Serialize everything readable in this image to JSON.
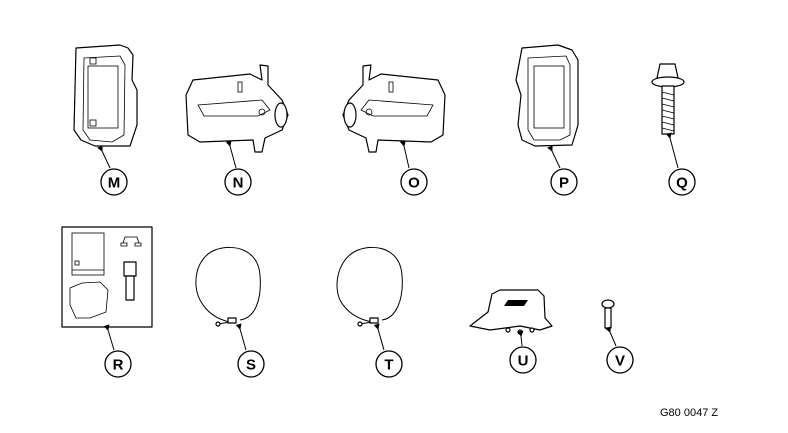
{
  "parts": [
    {
      "id": "M",
      "label": "M"
    },
    {
      "id": "N",
      "label": "N"
    },
    {
      "id": "O",
      "label": "O"
    },
    {
      "id": "P",
      "label": "P"
    },
    {
      "id": "Q",
      "label": "Q"
    },
    {
      "id": "R",
      "label": "R"
    },
    {
      "id": "S",
      "label": "S"
    },
    {
      "id": "T",
      "label": "T"
    },
    {
      "id": "U",
      "label": "U"
    },
    {
      "id": "V",
      "label": "V"
    }
  ],
  "drawing_code": "G80 0047 Z"
}
